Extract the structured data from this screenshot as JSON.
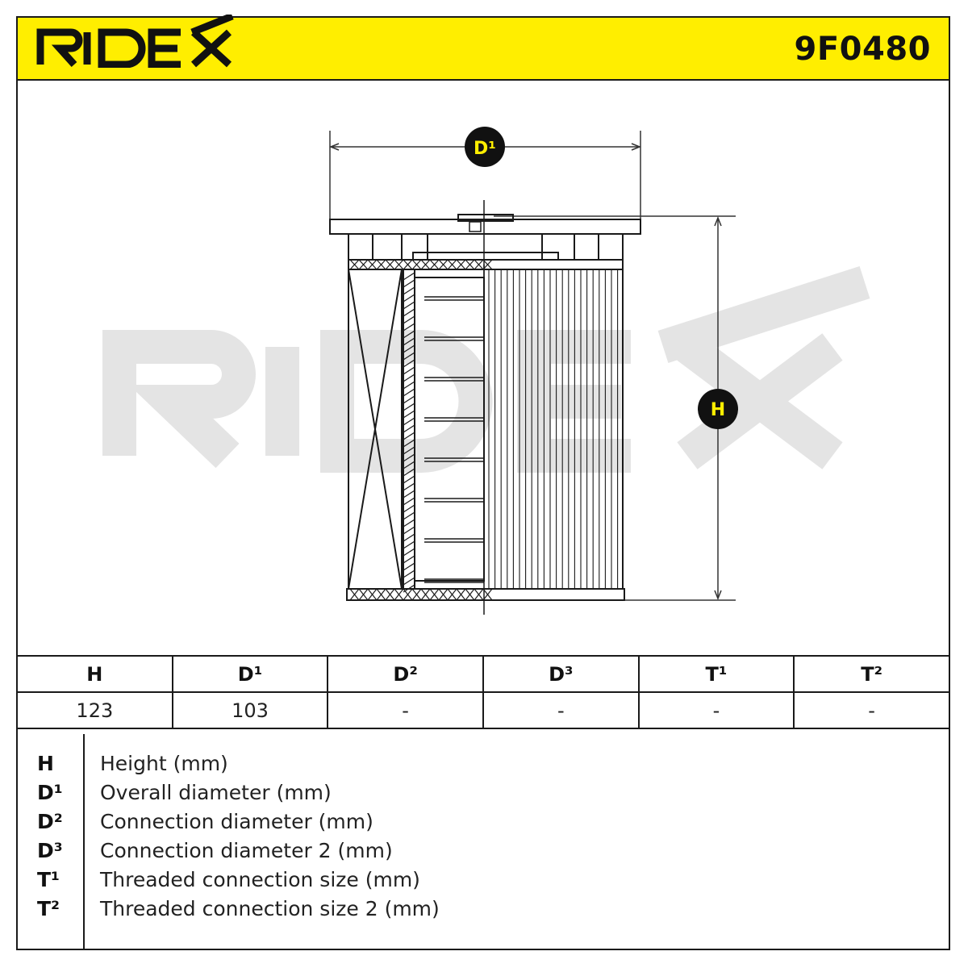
{
  "brand": "RIDEX",
  "part_number": "9F0480",
  "drawing": {
    "watermark": "RIDEX",
    "label_d1": "D¹",
    "label_h": "H"
  },
  "table": {
    "headers": [
      "H",
      "D¹",
      "D²",
      "D³",
      "T¹",
      "T²"
    ],
    "values": [
      "123",
      "103",
      "-",
      "-",
      "-",
      "-"
    ]
  },
  "legend": [
    {
      "code": "H",
      "desc": "Height (mm)"
    },
    {
      "code": "D¹",
      "desc": "Overall diameter (mm)"
    },
    {
      "code": "D²",
      "desc": "Connection diameter (mm)"
    },
    {
      "code": "D³",
      "desc": "Connection diameter 2 (mm)"
    },
    {
      "code": "T¹",
      "desc": "Threaded connection size (mm)"
    },
    {
      "code": "T²",
      "desc": "Threaded connection size 2 (mm)"
    }
  ],
  "colors": {
    "header_bg": "#ffee00",
    "badge_bg": "#111111",
    "badge_text": "#ffee00",
    "watermark": "#e6e6e6"
  }
}
